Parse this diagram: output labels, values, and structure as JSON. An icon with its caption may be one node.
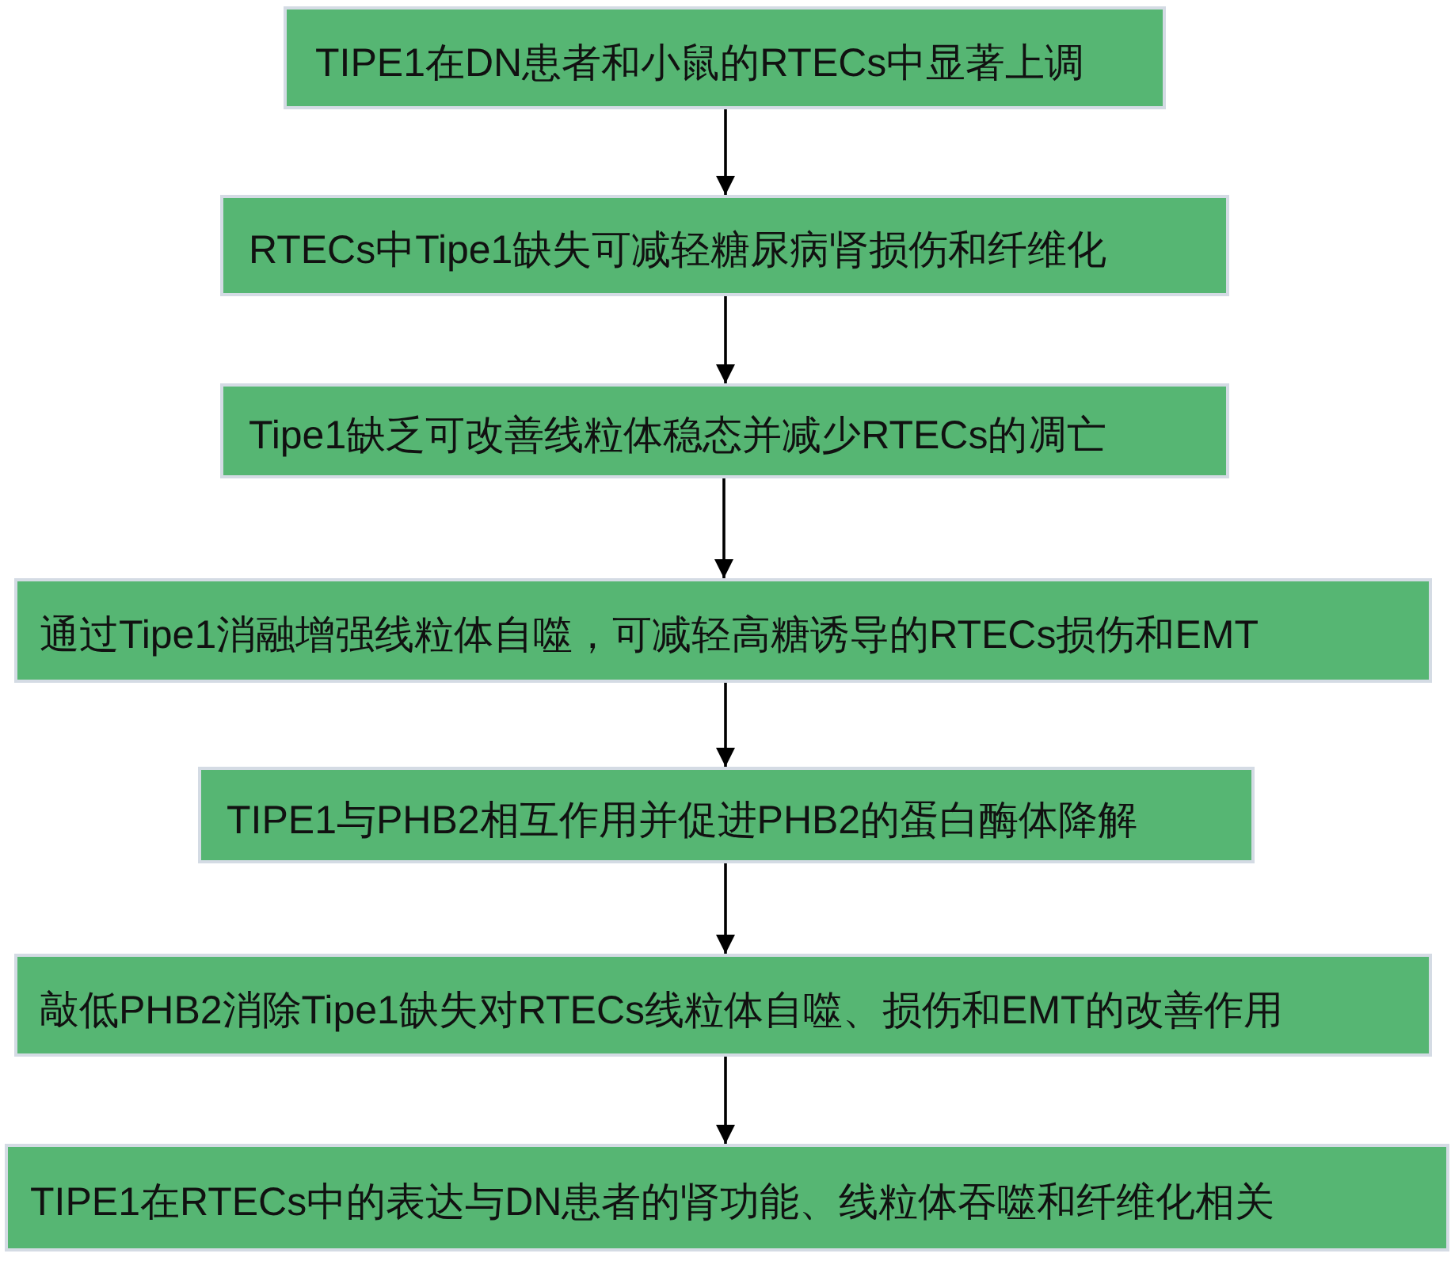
{
  "diagram": {
    "nodes": [
      {
        "text": [
          "TIPE1在DN患者和小鼠的RTECs中显著上调"
        ]
      },
      {
        "text": [
          "RTECs中Tipe1缺失可减轻糖尿病肾损伤和纤维化"
        ]
      },
      {
        "text": [
          "Tipe1缺乏可改善线粒体稳态并减少RTECs的凋亡"
        ]
      },
      {
        "text": [
          "通过Tipe1消融增强线粒体自噬，可减轻高糖诱导的RTECs损伤和EMT"
        ]
      },
      {
        "text": [
          "TIPE1与PHB2相互作用并促进PHB2的蛋白酶体降解"
        ]
      },
      {
        "text": [
          "敲低PHB2消除Tipe1缺失对RTECs线粒体自噬、损伤和EMT的改善作用"
        ]
      },
      {
        "text": [
          "TIPE1在RTECs中的表达与DN患者的肾功能、线粒体吞噬和纤维化相关"
        ]
      }
    ],
    "edges": [
      {
        "from": 0,
        "to": 1,
        "arrow": "to"
      },
      {
        "from": 1,
        "to": 2,
        "arrow": "to"
      },
      {
        "from": 2,
        "to": 3,
        "arrow": "to"
      },
      {
        "from": 3,
        "to": 4,
        "arrow": "to"
      },
      {
        "from": 4,
        "to": 5,
        "arrow": "to"
      },
      {
        "from": 5,
        "to": 6,
        "arrow": "to"
      }
    ]
  }
}
